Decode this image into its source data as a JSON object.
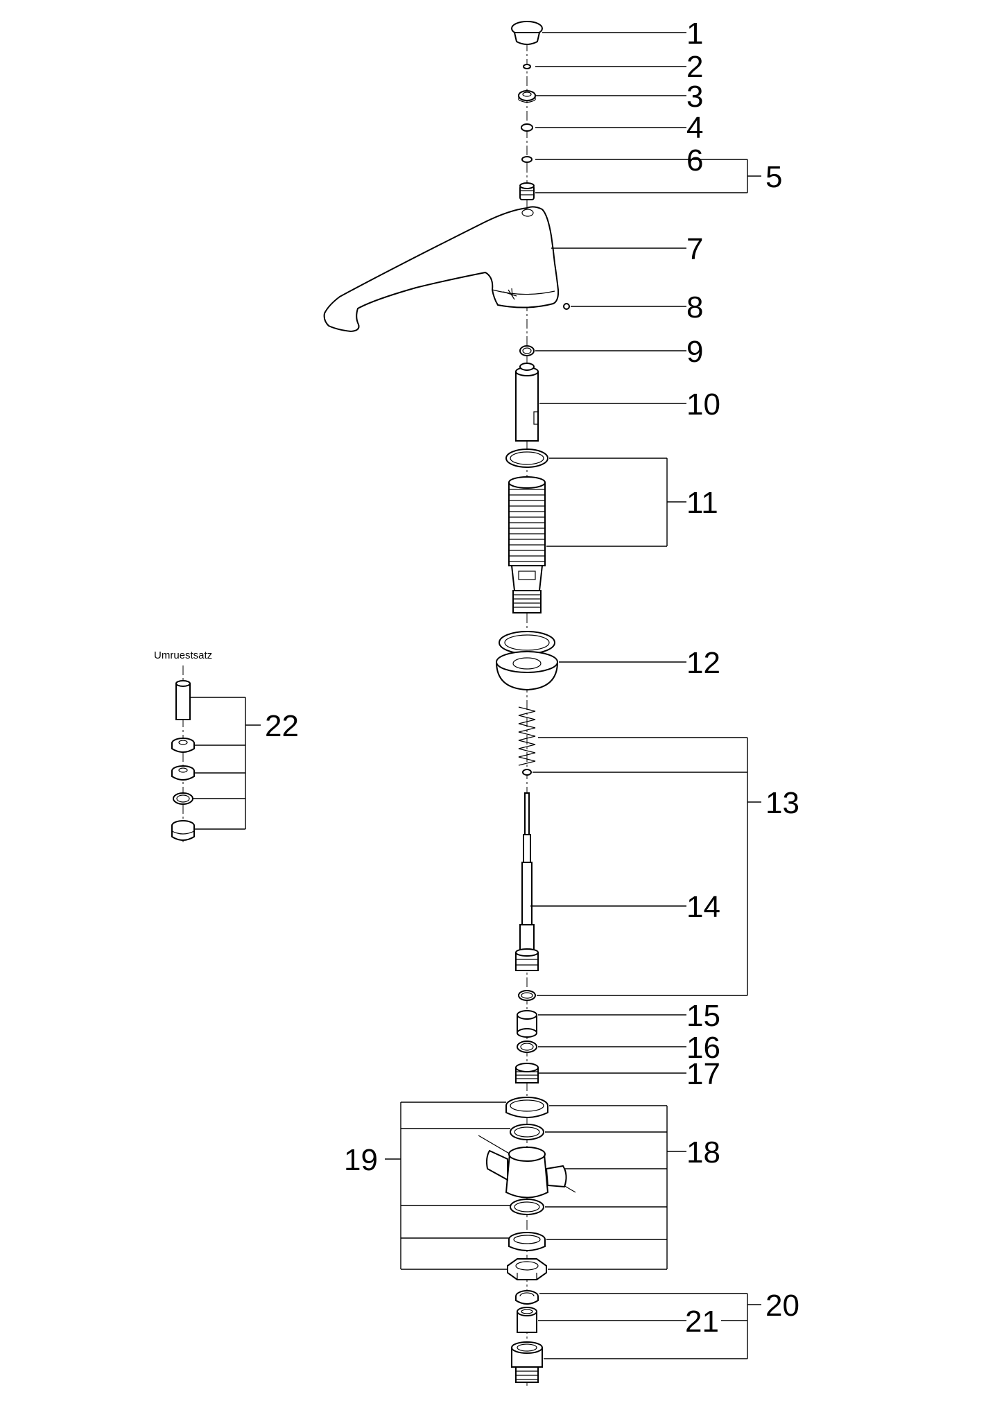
{
  "diagram": {
    "labels": {
      "n1": "1",
      "n2": "2",
      "n3": "3",
      "n4": "4",
      "n5": "5",
      "n6": "6",
      "n7": "7",
      "n8": "8",
      "n9": "9",
      "n10": "10",
      "n11": "11",
      "n12": "12",
      "n13": "13",
      "n14": "14",
      "n15": "15",
      "n16": "16",
      "n17": "17",
      "n18": "18",
      "n19": "19",
      "n20": "20",
      "n21": "21",
      "n22": "22"
    },
    "kit_title": "Umruestsatz"
  }
}
